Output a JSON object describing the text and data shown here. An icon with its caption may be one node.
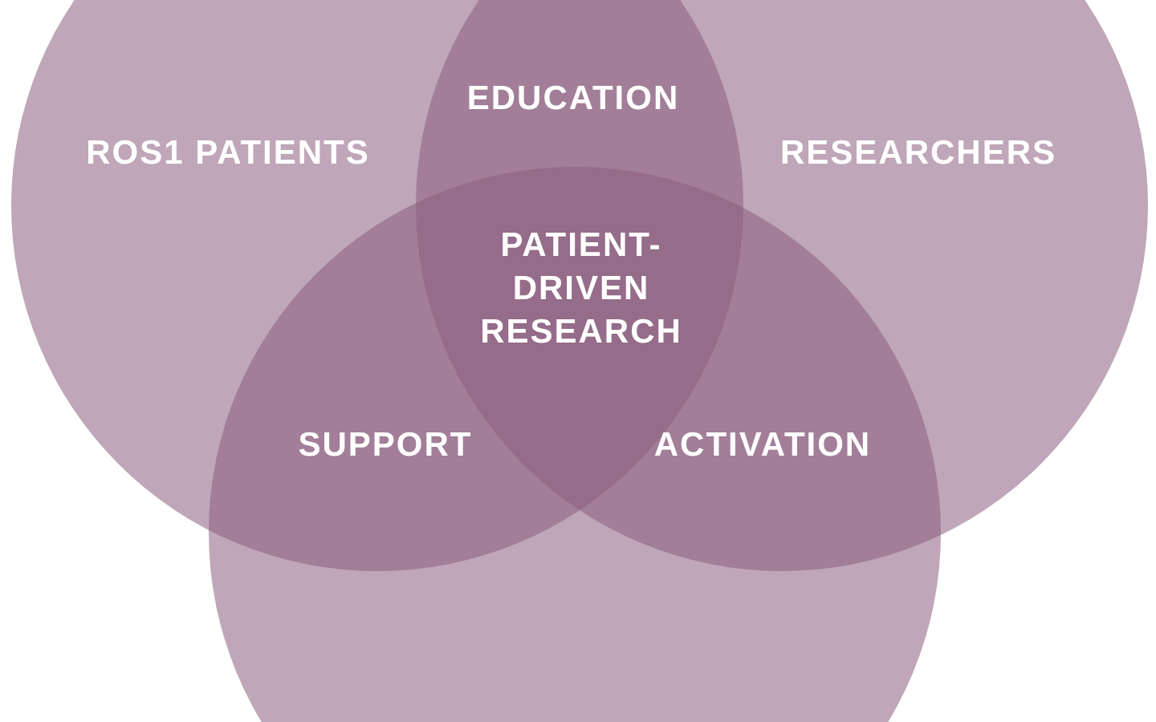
{
  "diagram": {
    "nodes": [
      {
        "text": [
          "ROS1 PATIENTS"
        ]
      },
      {
        "text": [
          "RESEARCHERS"
        ]
      },
      {
        "text": [],
        "shape": "circle"
      }
    ],
    "labels": [
      "EDUCATION",
      "PATIENT-DRIVEN RESEARCH",
      "SUPPORT",
      "ACTIVATION"
    ]
  }
}
